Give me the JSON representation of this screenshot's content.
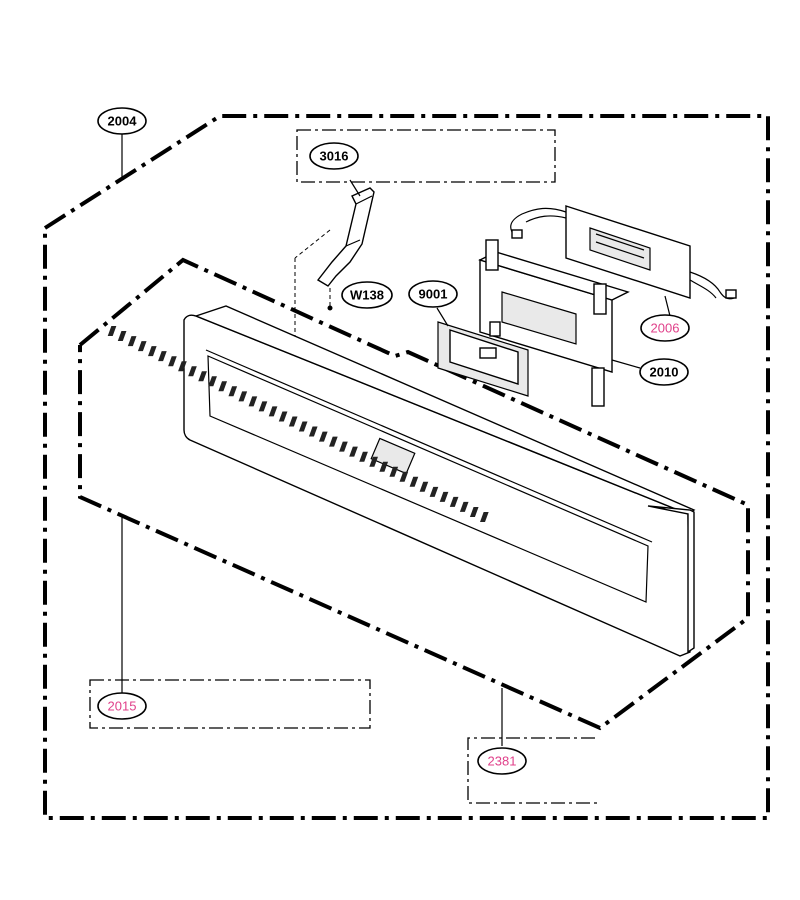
{
  "diagram": {
    "callouts": [
      {
        "id": "c2004",
        "text": "2004",
        "highlight": false
      },
      {
        "id": "c3016",
        "text": "3016",
        "highlight": false
      },
      {
        "id": "cW138",
        "text": "W138",
        "highlight": false
      },
      {
        "id": "c9001",
        "text": "9001",
        "highlight": false
      },
      {
        "id": "c2006",
        "text": "2006",
        "highlight": true
      },
      {
        "id": "c2010",
        "text": "2010",
        "highlight": false
      },
      {
        "id": "c2015",
        "text": "2015",
        "highlight": true
      },
      {
        "id": "c2381",
        "text": "2381",
        "highlight": true
      }
    ],
    "colors": {
      "line": "#000000",
      "highlight_text": "#e0408a",
      "background": "#ffffff"
    }
  }
}
